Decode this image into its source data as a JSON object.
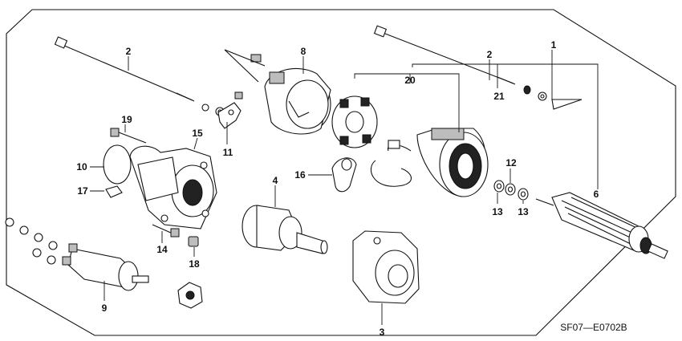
{
  "diagram_code": "SF07—E0702B",
  "callouts": [
    {
      "id": "c1",
      "text": "1"
    },
    {
      "id": "c2a",
      "text": "2"
    },
    {
      "id": "c2b",
      "text": "2"
    },
    {
      "id": "c3",
      "text": "3"
    },
    {
      "id": "c4",
      "text": "4"
    },
    {
      "id": "c6",
      "text": "6"
    },
    {
      "id": "c8",
      "text": "8"
    },
    {
      "id": "c9",
      "text": "9"
    },
    {
      "id": "c10",
      "text": "10"
    },
    {
      "id": "c11",
      "text": "11"
    },
    {
      "id": "c12",
      "text": "12"
    },
    {
      "id": "c13a",
      "text": "13"
    },
    {
      "id": "c13b",
      "text": "13"
    },
    {
      "id": "c14",
      "text": "14"
    },
    {
      "id": "c15",
      "text": "15"
    },
    {
      "id": "c16",
      "text": "16"
    },
    {
      "id": "c17",
      "text": "17"
    },
    {
      "id": "c18",
      "text": "18"
    },
    {
      "id": "c19",
      "text": "19"
    },
    {
      "id": "c20",
      "text": "20"
    },
    {
      "id": "c21",
      "text": "21"
    }
  ]
}
